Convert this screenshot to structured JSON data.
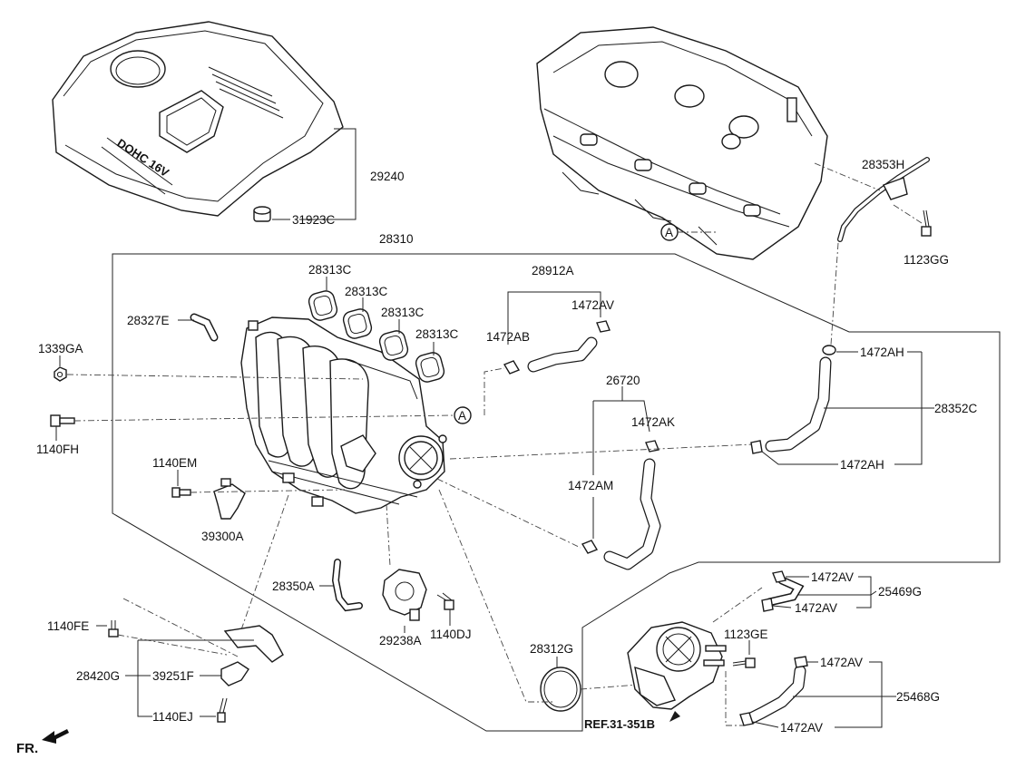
{
  "labels": {
    "l29240": "29240",
    "l31923c": "31923C",
    "l28310": "28310",
    "l28313c_1": "28313C",
    "l28313c_2": "28313C",
    "l28313c_3": "28313C",
    "l28313c_4": "28313C",
    "l28327e": "28327E",
    "l1339ga": "1339GA",
    "l1140fh": "1140FH",
    "l1140em": "1140EM",
    "l39300a": "39300A",
    "l28912a": "28912A",
    "l1472ab": "1472AB",
    "l1472av_top": "1472AV",
    "l26720": "26720",
    "l1472ak": "1472AK",
    "l1472am": "1472AM",
    "l28353h": "28353H",
    "l1123gg": "1123GG",
    "l1472ah_1": "1472AH",
    "l1472ah_2": "1472AH",
    "l28352c": "28352C",
    "l28350a": "28350A",
    "l29238a": "29238A",
    "l1140dj": "1140DJ",
    "l1140fe": "1140FE",
    "l28420g": "28420G",
    "l39251f": "39251F",
    "l1140ej": "1140EJ",
    "l28312g": "28312G",
    "l1472av_a": "1472AV",
    "l1472av_b": "1472AV",
    "l25469g": "25469G",
    "l1123ge": "1123GE",
    "l1472av_c": "1472AV",
    "l1472av_d": "1472AV",
    "l25468g": "25468G",
    "ref": "REF.31-351B",
    "fr": "FR.",
    "cover_text": "DOHC 16V",
    "callout_a1": "A",
    "callout_a2": "A"
  },
  "colors": {
    "line": "#1a1a1a",
    "background": "#ffffff"
  }
}
